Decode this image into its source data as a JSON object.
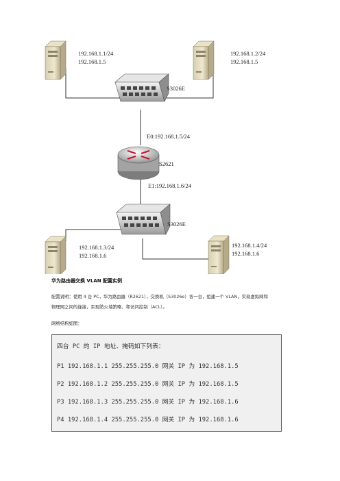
{
  "diagram": {
    "pc_top_left": {
      "line1": "192.168.1.1/24",
      "line2": "192.168.1.5"
    },
    "pc_top_right": {
      "line1": "192.168.1.2/24",
      "line2": "192.168.1.5"
    },
    "switch_top": "S3026E",
    "router_e0": "E0:192.168.1.5/24",
    "router": "S2621",
    "router_e1": "E1:192.168.1.6/24",
    "switch_bottom": "S3026E",
    "pc_bottom_left": {
      "line1": "192.168.1.3/24",
      "line2": "192.168.1.6"
    },
    "pc_bottom_right": {
      "line1": "192.168.1.4/24",
      "line2": "192.168.1.6"
    }
  },
  "doc": {
    "title": "华为路由器交换 VLAN 配置实例",
    "para1_line1": "配置说明：使用 4 台 PC，华为路由器（R2621），交换机（S3026e）各一台，组建一个 VLAN，实现虚拟网和",
    "para1_line2": "物理网之间的连接，实现防火墙策略，和访问控制（ACL）。",
    "para2": "网络结构如图：",
    "box": {
      "heading": "四台 PC 的 IP 地址、掩码如下列表：",
      "rows": [
        "P1 192.168.1.1 255.255.255.0 网关 IP 为 192.168.1.5",
        "P2 192.168.1.2 255.255.255.0 网关 IP 为 192.168.1.5",
        "P3 192.168.1.3 255.255.255.0 网关 IP 为 192.168.1.6",
        "P4 192.168.1.4 255.255.255.0 网关 IP 为 192.168.1.6"
      ]
    }
  }
}
